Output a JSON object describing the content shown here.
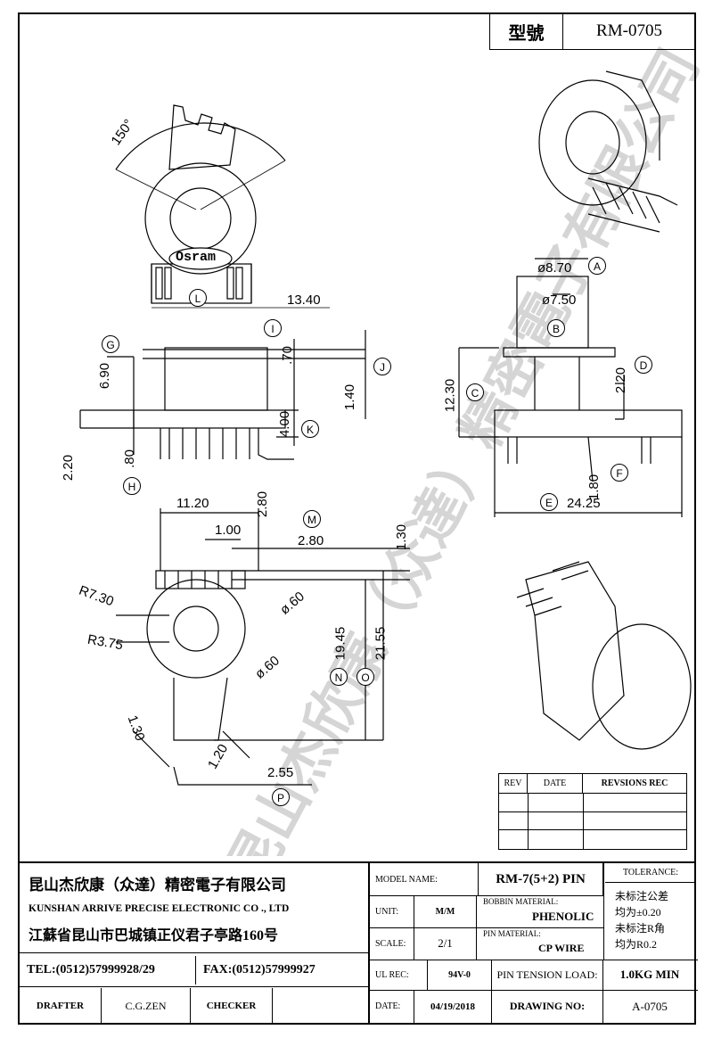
{
  "header": {
    "model_label": "型號",
    "model_value": "RM-0705"
  },
  "drawing": {
    "brand_text": "Osram",
    "watermark": "昆山杰欣康（众達）精密電子有限公司",
    "dims": {
      "angle": "150°",
      "d1340": "13.40",
      "d870": "ø8.70",
      "d750": "ø7.50",
      "d690": "6.90",
      "d70": ".70",
      "d140": "1.40",
      "d400": "4.00",
      "d1230": "12.30",
      "d220a": "2.20",
      "d220b": "2.20",
      "d80": ".80",
      "d280a": "2.80",
      "d180": "1.80",
      "d2425": "24.25",
      "d1120": "11.20",
      "d100": "1.00",
      "d280b": "2.80",
      "d130a": "1.30",
      "d730": "R7.30",
      "d375": "R3.75",
      "d60a": "ø.60",
      "d60b": "ø.60",
      "d1945": "19.45",
      "d2155": "21.55",
      "d130b": "1.30",
      "d120": "1.20",
      "d255": "2.55"
    },
    "labels": [
      "A",
      "B",
      "C",
      "D",
      "E",
      "F",
      "G",
      "H",
      "I",
      "J",
      "K",
      "L",
      "M",
      "N",
      "O",
      "P"
    ]
  },
  "revisions": {
    "headers": [
      "REV",
      "DATE",
      "REVSIONS  REC"
    ],
    "rows": [
      [
        "",
        "",
        ""
      ],
      [
        "",
        "",
        ""
      ],
      [
        "",
        "",
        ""
      ]
    ]
  },
  "title_block": {
    "company_cn": "昆山杰欣康（众達）精密電子有限公司",
    "company_en": "KUNSHAN ARRIVE PRECISE ELECTRONIC CO ., LTD",
    "address": "江蘇省昆山市巴城镇正仪君子亭路160号",
    "tel": "TEL:(0512)57999928/29",
    "fax": "FAX:(0512)57999927",
    "drafter_label": "DRAFTER",
    "drafter_value": "C.G.ZEN",
    "checker_label": "CHECKER",
    "checker_value": "",
    "model_name_label": "MODEL NAME:",
    "model_name_value": "RM-7(5+2) PIN",
    "unit_label": "UNIT:",
    "unit_value": "M/M",
    "scale_label": "SCALE:",
    "scale_value": "2/1",
    "ul_label": "UL REC:",
    "ul_value": "94V-0",
    "date_label": "DATE:",
    "date_value": "04/19/2018",
    "bobbin_label": "BOBBIN MATERIAL:",
    "bobbin_value": "PHENOLIC",
    "pin_mat_label": "PIN MATERIAL:",
    "pin_mat_value": "CP WIRE",
    "tension_label": "PIN TENSION LOAD:",
    "tension_value": "1.0KG MIN",
    "drawing_no_label": "DRAWING NO:",
    "drawing_no_value": "A-0705",
    "tolerance_label": "TOLERANCE:",
    "tolerance_1": "未标注公差",
    "tolerance_2": "均为±0.20",
    "tolerance_3": "未标注R角",
    "tolerance_4": "均为R0.2"
  }
}
